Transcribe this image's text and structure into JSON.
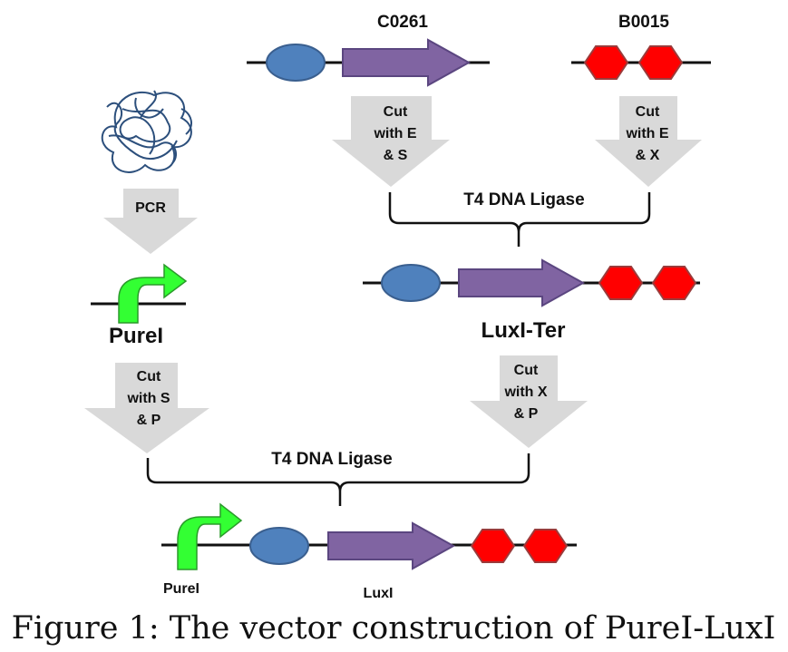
{
  "colors": {
    "promoter_oval": "#4f81bd",
    "gene_arrow": "#8064a2",
    "terminator": "#ff0000",
    "terminator_border": "#9b3b3b",
    "pure_promoter": "#33ff33",
    "process_arrow": "#d9d9d9"
  },
  "parts": {
    "c0261": "C0261",
    "b0015": "B0015",
    "purel_top": "PureI",
    "luxi_ter": "LuxI-Ter",
    "purel_bottom": "PureI",
    "luxi_bottom": "LuxI"
  },
  "steps": {
    "pcr": "PCR",
    "cut_es": [
      "Cut",
      "with E",
      "& S"
    ],
    "cut_ex": [
      "Cut",
      "with E",
      "& X"
    ],
    "cut_sp": [
      "Cut",
      "with S",
      "& P"
    ],
    "cut_xp": [
      "Cut",
      "with X",
      "& P"
    ],
    "ligase_top": "T4 DNA Ligase",
    "ligase_bottom": "T4 DNA Ligase"
  },
  "caption": "Figure 1: The vector construction of PureI-LuxI"
}
